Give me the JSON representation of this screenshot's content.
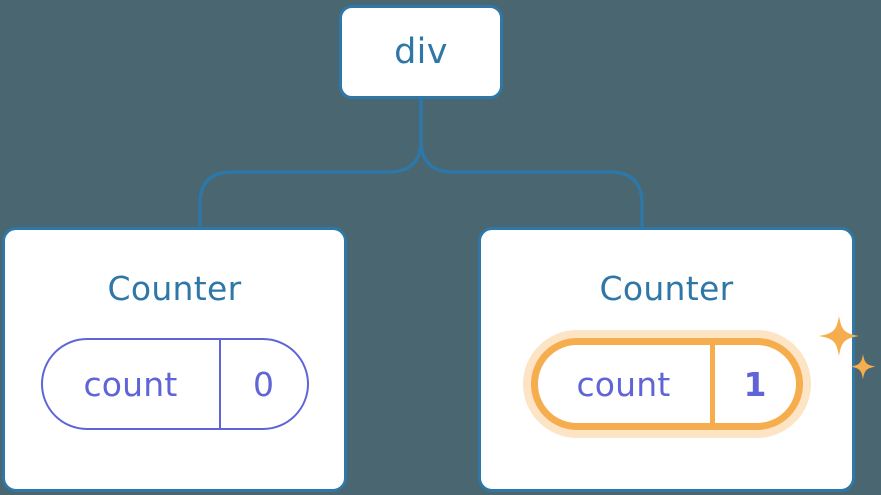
{
  "diagram": {
    "type": "component-tree",
    "background_color": "#4a6670",
    "accent_blue": "#2e77a6",
    "accent_purple": "#5f64d6",
    "accent_orange": "#f5ad4e",
    "accent_orange_glow": "#fbd9a5"
  },
  "root": {
    "label": "div"
  },
  "children": [
    {
      "title": "Counter",
      "state": {
        "key": "count",
        "value": "0"
      },
      "highlighted": false
    },
    {
      "title": "Counter",
      "state": {
        "key": "count",
        "value": "1"
      },
      "highlighted": true,
      "sparkle_icons": [
        "sparkle-large",
        "sparkle-small"
      ]
    }
  ]
}
